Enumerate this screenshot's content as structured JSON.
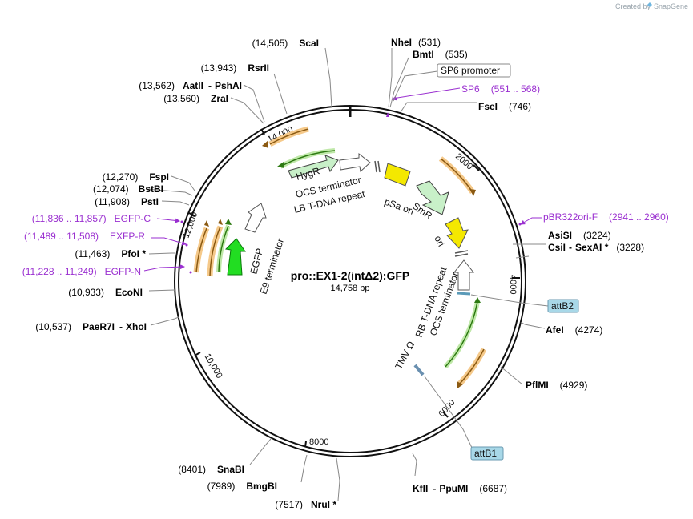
{
  "credit": {
    "text": "Created by",
    "brand": "SnapGene"
  },
  "plasmid": {
    "name": "pro::EX1-2(intΔ2):GFP",
    "size_label": "14,758 bp"
  },
  "ticks": [
    "2000",
    "4000",
    "6000",
    "8000",
    "10,000",
    "12,000",
    "14,000"
  ],
  "sites": [
    {
      "name": "NheI",
      "pos": "(531)"
    },
    {
      "name": "BmtI",
      "pos": "(535)"
    },
    {
      "name": "FseI",
      "pos": "(746)"
    },
    {
      "name": "AsiSI",
      "pos": "(3224)"
    },
    {
      "name": "CsiI",
      "name2": "SexAI *",
      "pos": "(3228)"
    },
    {
      "name": "AfeI",
      "pos": "(4274)"
    },
    {
      "name": "PflMI",
      "pos": "(4929)"
    },
    {
      "name": "KflI",
      "name2": "PpuMI",
      "pos": "(6687)"
    },
    {
      "name": "NruI *",
      "pos": "(7517)"
    },
    {
      "name": "BmgBI",
      "pos": "(7989)"
    },
    {
      "name": "SnaBI",
      "pos": "(8401)"
    },
    {
      "name": "PaeR7I",
      "name2": "XhoI",
      "pos": "(10,537)"
    },
    {
      "name": "EcoNI",
      "pos": "(10,933)"
    },
    {
      "name": "PfoI *",
      "pos": "(11,463)"
    },
    {
      "name": "PstI",
      "pos": "(11,908)"
    },
    {
      "name": "BstBI",
      "pos": "(12,074)"
    },
    {
      "name": "FspI",
      "pos": "(12,270)"
    },
    {
      "name": "ZraI",
      "pos": "(13,560)"
    },
    {
      "name": "AatII",
      "name2": "PshAI",
      "pos": "(13,562)"
    },
    {
      "name": "RsrII",
      "pos": "(13,943)"
    },
    {
      "name": "ScaI",
      "pos": "(14,505)"
    }
  ],
  "primers": [
    {
      "name": "SP6",
      "range": "(551 .. 568)"
    },
    {
      "name": "pBR322ori-F",
      "range": "(2941 .. 2960)"
    },
    {
      "name": "EGFP-C",
      "range": "(11,836 .. 11,857)"
    },
    {
      "name": "EXFP-R",
      "range": "(11,489 .. 11,508)"
    },
    {
      "name": "EGFP-N",
      "range": "(11,228 .. 11,249)"
    }
  ],
  "boxed_features": [
    {
      "name": "SP6 promoter"
    },
    {
      "name": "attB2"
    },
    {
      "name": "attB1"
    }
  ],
  "features": {
    "hygr": "HygR",
    "ocs_term_top": "OCS terminator",
    "lb_repeat": "LB T-DNA repeat",
    "psa_ori": "pSa ori",
    "smr": "SmR",
    "ori": "ori",
    "rb_repeat": "RB T-DNA repeat",
    "ocs_term_right": "OCS terminator",
    "tmv": "TMV Ω",
    "egfp": "EGFP",
    "e9_term": "E9 terminator"
  },
  "colors": {
    "primer": "#9a2fd0",
    "orf_orange": "#f0a030",
    "gfp_green": "#22dd22",
    "marker_green": "#c8f0c8",
    "ori_yellow": "#f4e800",
    "attb_blue": "#a8d8e8"
  }
}
